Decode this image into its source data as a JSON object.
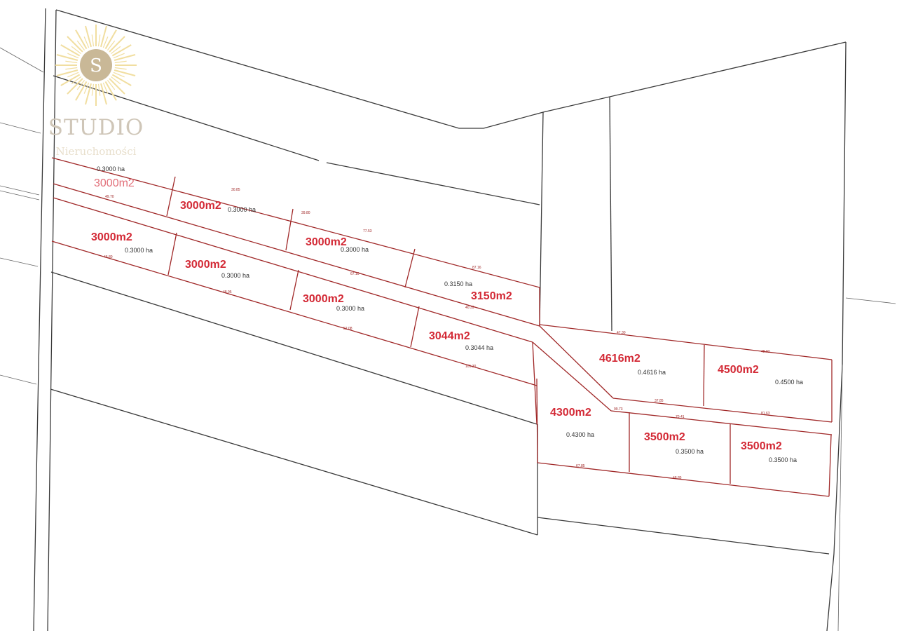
{
  "logo": {
    "monogram": "S",
    "title": "STUDIO",
    "subtitle": "Nieruchomości",
    "colors": {
      "rays": "#f1dea0",
      "circle": "#c9b897",
      "text": "#cfc6b8"
    }
  },
  "colors": {
    "boundary": "#3a3a3a",
    "parcel_line": "#a02828",
    "area_label": "#d32a36"
  },
  "parcels": [
    {
      "area": "3000m2",
      "ha": "0.3000 ha"
    },
    {
      "area": "3000m2",
      "ha": "0.3000 ha"
    },
    {
      "area": "3000m2",
      "ha": "0.3000 ha"
    },
    {
      "area": "3150m2",
      "ha": "0.3150 ha"
    },
    {
      "area": "3000m2",
      "ha": "0.3000 ha"
    },
    {
      "area": "3000m2",
      "ha": "0.3000 ha"
    },
    {
      "area": "3000m2",
      "ha": "0.3000 ha"
    },
    {
      "area": "3044m2",
      "ha": "0.3044 ha"
    },
    {
      "area": "4616m2",
      "ha": "0.4616 ha"
    },
    {
      "area": "4500m2",
      "ha": "0.4500 ha"
    },
    {
      "area": "4300m2",
      "ha": "0.4300 ha"
    },
    {
      "area": "3500m2",
      "ha": "0.3500 ha"
    },
    {
      "area": "3500m2",
      "ha": "0.3500 ha"
    }
  ],
  "measurements": [
    "49.70",
    "30.85",
    "39.80",
    "77.53",
    "87.16",
    "67.10",
    "40.39",
    "101.30",
    "46.80",
    "48.95",
    "52.08",
    "47.30",
    "48.92",
    "37.85",
    "81.63",
    "99.73",
    "70.41",
    "67.85",
    "48.85"
  ]
}
